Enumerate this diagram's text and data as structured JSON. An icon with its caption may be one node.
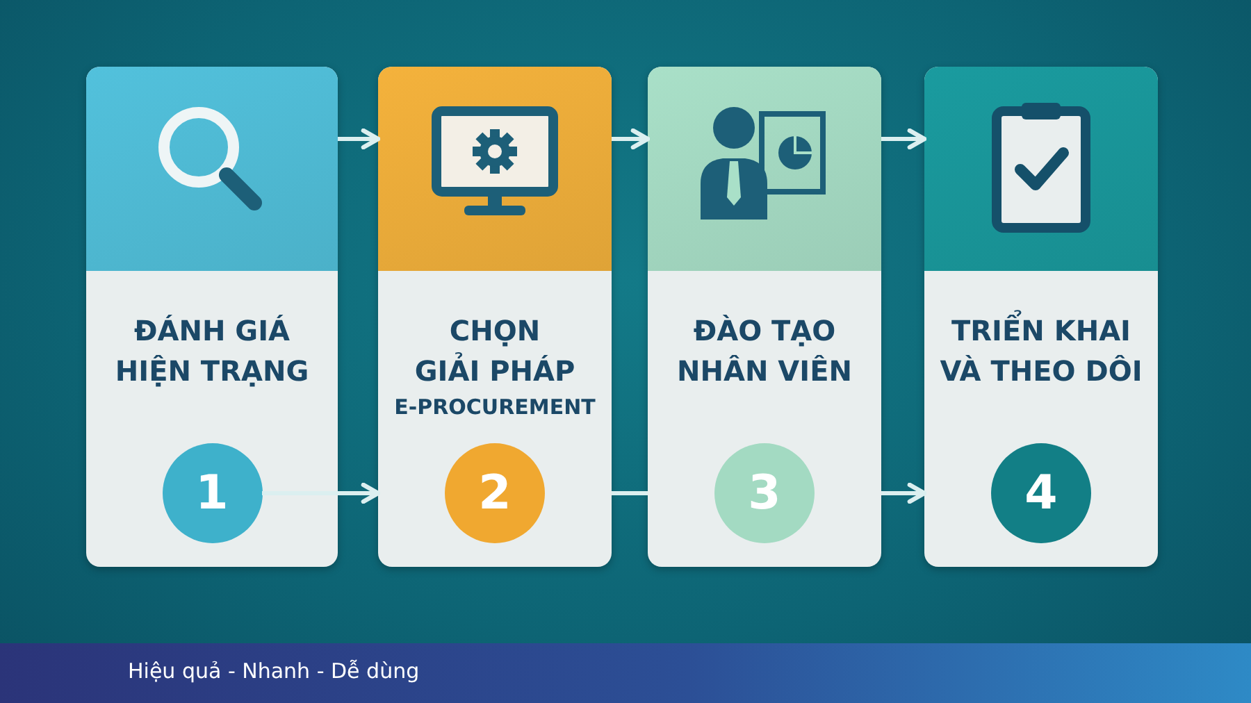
{
  "diagram": {
    "nodes": [
      {
        "text": [
          "ĐÁNH GIÁ HIỆN TRẠNG"
        ]
      },
      {
        "text": [
          "1"
        ],
        "in": 0
      },
      {
        "text": [
          "CHỌN GIẢI PHÁP",
          "E-PROCUREMENT"
        ]
      },
      {
        "text": [
          "2"
        ],
        "in": 2
      },
      {
        "text": [
          "ĐÀO TẠO NHÂN VIÊN"
        ]
      },
      {
        "text": [
          "3"
        ],
        "in": 4
      },
      {
        "text": [
          "TRIỂN KHAI VÀ THEO DÔI"
        ]
      },
      {
        "text": [
          "4"
        ],
        "in": 6
      }
    ],
    "edges": [
      {
        "from": 0,
        "to": 2,
        "arrow": "to"
      },
      {
        "from": 2,
        "to": 4,
        "arrow": "to"
      },
      {
        "from": 4,
        "to": 6,
        "arrow": "to"
      },
      {
        "from": 1,
        "to": 2,
        "arrow": "to"
      },
      {
        "from": 2,
        "to": 4,
        "arrow": "none"
      },
      {
        "from": 4,
        "to": 6,
        "arrow": "to"
      }
    ],
    "labels": [
      "Hiệu quả - Nhanh - Dễ dùng"
    ]
  }
}
